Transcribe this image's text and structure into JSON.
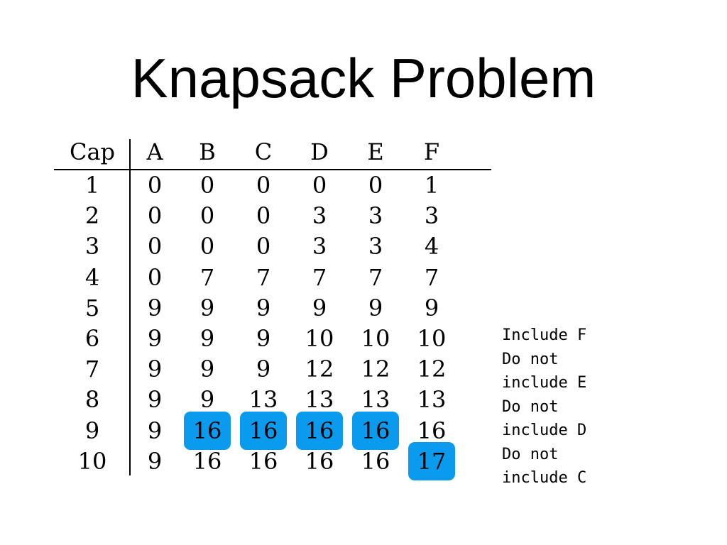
{
  "title": "Knapsack Problem",
  "table": {
    "columns": [
      "Cap",
      "A",
      "B",
      "C",
      "D",
      "E",
      "F"
    ],
    "rows": [
      [
        "1",
        "0",
        "0",
        "0",
        "0",
        "0",
        "1"
      ],
      [
        "2",
        "0",
        "0",
        "0",
        "3",
        "3",
        "3"
      ],
      [
        "3",
        "0",
        "0",
        "0",
        "3",
        "3",
        "4"
      ],
      [
        "4",
        "0",
        "7",
        "7",
        "7",
        "7",
        "7"
      ],
      [
        "5",
        "9",
        "9",
        "9",
        "9",
        "9",
        "9"
      ],
      [
        "6",
        "9",
        "9",
        "9",
        "10",
        "10",
        "10"
      ],
      [
        "7",
        "9",
        "9",
        "9",
        "12",
        "12",
        "12"
      ],
      [
        "8",
        "9",
        "9",
        "13",
        "13",
        "13",
        "13"
      ],
      [
        "9",
        "9",
        "16",
        "16",
        "16",
        "16",
        "16"
      ],
      [
        "10",
        "9",
        "16",
        "16",
        "16",
        "16",
        "17"
      ]
    ],
    "highlighted_cells": [
      {
        "row": 8,
        "col": 2
      },
      {
        "row": 8,
        "col": 3
      },
      {
        "row": 8,
        "col": 4
      },
      {
        "row": 8,
        "col": 5
      },
      {
        "row": 9,
        "col": 6
      }
    ],
    "highlight_color": "#0a9bef"
  },
  "notes": [
    "Include F",
    "Do not",
    "include E",
    "Do not",
    "include D",
    "Do not",
    "include C"
  ]
}
